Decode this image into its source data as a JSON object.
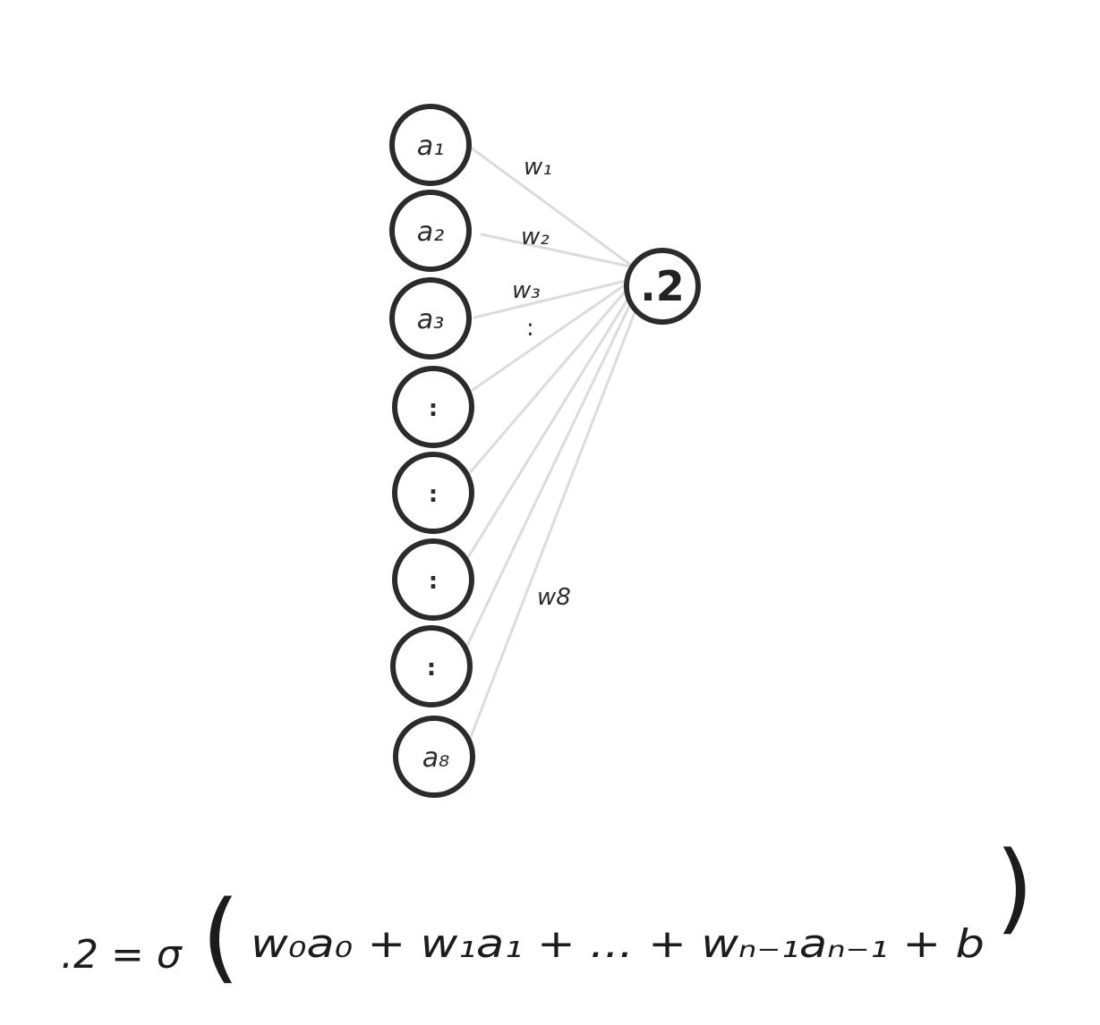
{
  "inputs": [
    {
      "label": "a₁"
    },
    {
      "label": "a₂"
    },
    {
      "label": "a₃"
    },
    {
      "label": ":"
    },
    {
      "label": ":"
    },
    {
      "label": ":"
    },
    {
      "label": ":"
    },
    {
      "label": "a₈"
    }
  ],
  "output": {
    "label": ".2"
  },
  "weights": {
    "w1": "w₁",
    "w2": "w₂",
    "w3": "w₃",
    "w8": "w8",
    "ellipsis": ":"
  },
  "formula": {
    "lhs": ".2 = σ",
    "body": "w₀a₀ + w₁a₁ + ... + wₙ₋₁aₙ₋₁ + b",
    "open_paren": "(",
    "close_paren": ")"
  },
  "colors": {
    "stroke": "#2b2b2b",
    "edge": "#dcdcdc",
    "background": "#ffffff"
  }
}
